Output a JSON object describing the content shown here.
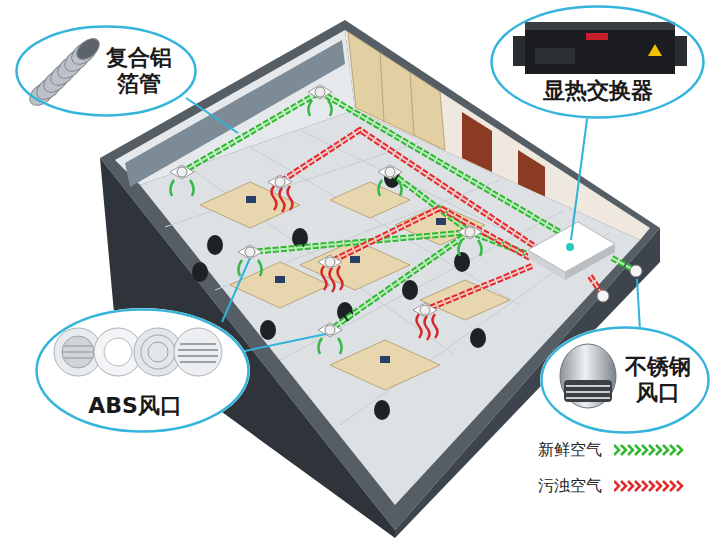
{
  "diagram": {
    "nodes": [
      {
        "text": [
          "复合铝 箔管"
        ]
      },
      {
        "text": [
          "显热交换器"
        ]
      },
      {
        "text": [
          "ABS风口"
        ]
      },
      {
        "text": [
          "不锈钢 风口"
        ]
      }
    ],
    "legend": [
      {
        "text": "新鲜空气",
        "color": "#2eb82e"
      },
      {
        "text": "污浊空气",
        "color": "#e12b2b"
      }
    ]
  }
}
